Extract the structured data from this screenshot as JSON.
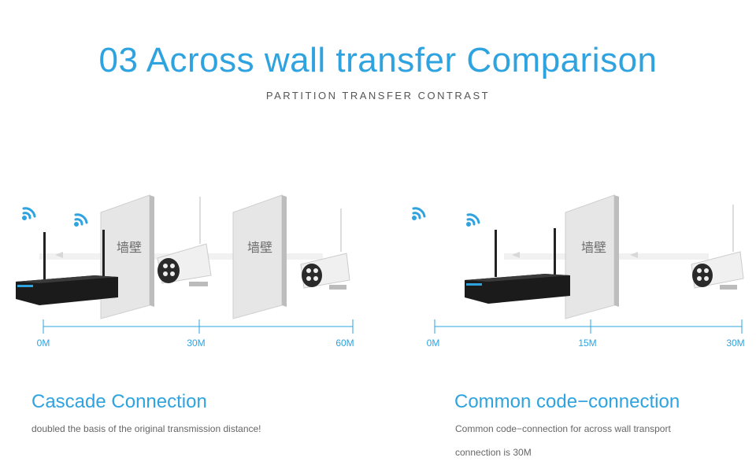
{
  "header": {
    "title": "03 Across wall transfer Comparison",
    "subtitle": "PARTITION TRANSFER CONTRAST"
  },
  "left": {
    "wall_text": "墙壁",
    "ticks": [
      "0M",
      "30M",
      "60M"
    ],
    "heading": "Cascade Connection",
    "description": "doubled the basis of the original transmission distance!"
  },
  "right": {
    "wall_text": "墙壁",
    "ticks": [
      "0M",
      "15M",
      "30M"
    ],
    "heading": "Common code−connection",
    "description_line1": "Common code−connection for across wall transport",
    "description_line2": "connection is 30M"
  },
  "colors": {
    "accent": "#2ea3df",
    "device": "#1b1b1b",
    "wall": "#e6e6e6"
  }
}
